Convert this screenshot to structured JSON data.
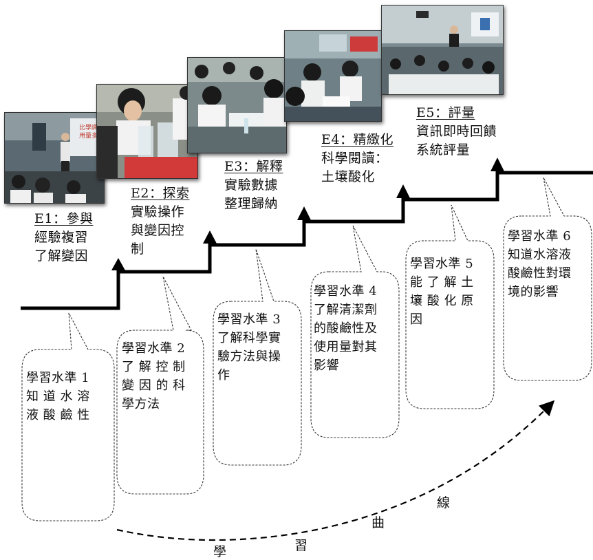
{
  "stages": [
    {
      "heading": "E1：參與",
      "lines": [
        "經驗複習",
        "了解變因"
      ]
    },
    {
      "heading": "E2：探索",
      "lines": [
        "實驗操作",
        "與變因控",
        "制"
      ]
    },
    {
      "heading": "E3：解釋",
      "lines": [
        "實驗數據",
        "整理歸納"
      ]
    },
    {
      "heading": "E4：精緻化",
      "lines": [
        "科學閱讀：",
        "土壤酸化"
      ]
    },
    {
      "heading": "E5：評量",
      "lines": [
        "資訊即時回饋",
        "系統評量"
      ]
    }
  ],
  "levels": [
    {
      "lines": [
        "學習水準 1",
        "知 道 水 溶",
        "液 酸 鹼 性"
      ]
    },
    {
      "lines": [
        "學習水準 2",
        "了 解 控 制",
        "變 因 的 科",
        "學方法"
      ]
    },
    {
      "lines": [
        "學習水準 3",
        "了解科學實",
        "驗方法與操",
        "作"
      ]
    },
    {
      "lines": [
        "學習水準 4",
        "了解清潔劑",
        "的酸鹼性及",
        "使用量對其",
        "影響"
      ]
    },
    {
      "lines": [
        "學習水準 5",
        "能 了 解 土",
        "壤 酸 化 原",
        "因"
      ]
    },
    {
      "lines": [
        "學習水準 6",
        "知道水溶液",
        "酸鹼性對環",
        "境的影響"
      ]
    }
  ],
  "curve_label": [
    "學",
    "習",
    "曲",
    "線"
  ],
  "photos": [
    {
      "name": "photo-e1-classroom",
      "screen_text": [
        "比學調",
        "用量多"
      ]
    },
    {
      "name": "photo-e2-experiment",
      "screen_text": []
    },
    {
      "name": "photo-e3-students",
      "screen_text": []
    },
    {
      "name": "photo-e4-reading",
      "screen_text": []
    },
    {
      "name": "photo-e5-assessment",
      "screen_text": []
    }
  ],
  "colors": {
    "line": "#000000",
    "callout_border": "#333333"
  }
}
